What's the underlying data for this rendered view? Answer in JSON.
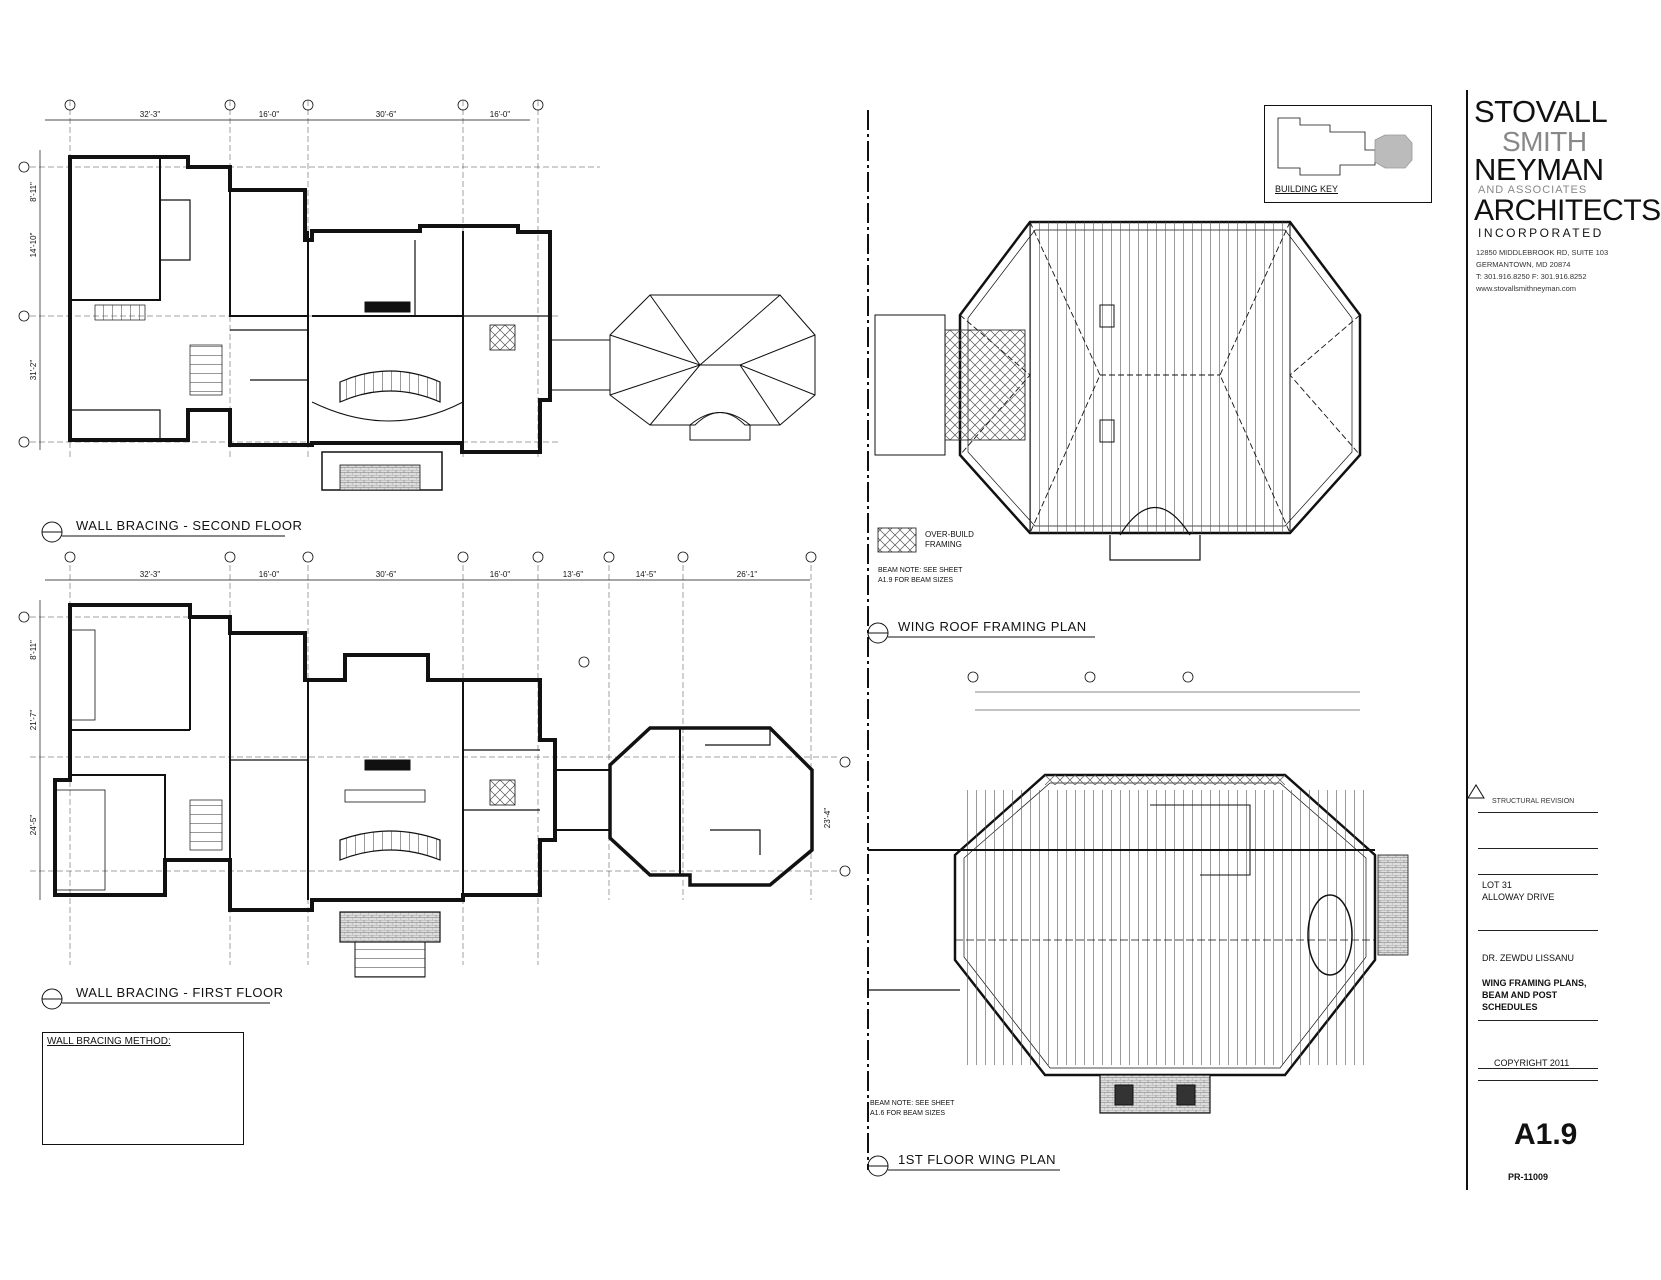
{
  "titles": {
    "second_floor": "WALL BRACING - SECOND FLOOR",
    "first_floor": "WALL BRACING - FIRST FLOOR",
    "wing_roof": "WING ROOF FRAMING PLAN",
    "wing_plan": "1ST FLOOR WING PLAN"
  },
  "dimensions": {
    "top_row": [
      "32'-3\"",
      "16'-0\"",
      "30'-6\"",
      "16'-0\""
    ],
    "mid_row": [
      "32'-3\"",
      "16'-0\"",
      "30'-6\"",
      "16'-0\"",
      "13'-6\"",
      "14'-5\"",
      "26'-1\""
    ],
    "left_second": [
      "8'-11\"",
      "14'-10\"",
      "31'-2\""
    ],
    "left_first": [
      "8'-11\"",
      "21'-7\"",
      "24'-5\""
    ],
    "wing_right": "23'-4\""
  },
  "building_key": {
    "label": "BUILDING KEY"
  },
  "roof_legend": {
    "hatch_label_1": "OVER-BUILD",
    "hatch_label_2": "FRAMING"
  },
  "beam_note": {
    "line1": "BEAM NOTE: SEE SHEET",
    "line2": "A1.9 FOR BEAM SIZES"
  },
  "beam_note_2": {
    "line1": "BEAM NOTE: SEE SHEET",
    "line2": "A1.6 FOR BEAM SIZES"
  },
  "legend": {
    "title": "WALL BRACING METHOD:"
  },
  "firm": {
    "line1": "STOVALL",
    "line2": "SMITH",
    "line3": "NEYMAN",
    "line4": "AND ASSOCIATES",
    "line5": "ARCHITECTS",
    "line6": "INCORPORATED",
    "address1": "12850 MIDDLEBROOK RD, SUITE 103",
    "address2": "GERMANTOWN, MD 20874",
    "phone": "T: 301.916.8250  F: 301.916.8252",
    "web": "www.stovallsmithneyman.com"
  },
  "title_block": {
    "revision": "STRUCTURAL REVISION",
    "lot": "LOT 31",
    "street": "ALLOWAY DRIVE",
    "client": "DR. ZEWDU LISSANU",
    "drawing_title_1": "WING FRAMING PLANS,",
    "drawing_title_2": "BEAM AND POST",
    "drawing_title_3": "SCHEDULES",
    "copyright": "COPYRIGHT 2011",
    "sheet_number": "A1.9",
    "job_number": "PR-11009"
  },
  "colors": {
    "ink": "#111111",
    "grey_ink": "#888888",
    "hatch": "#555555"
  }
}
